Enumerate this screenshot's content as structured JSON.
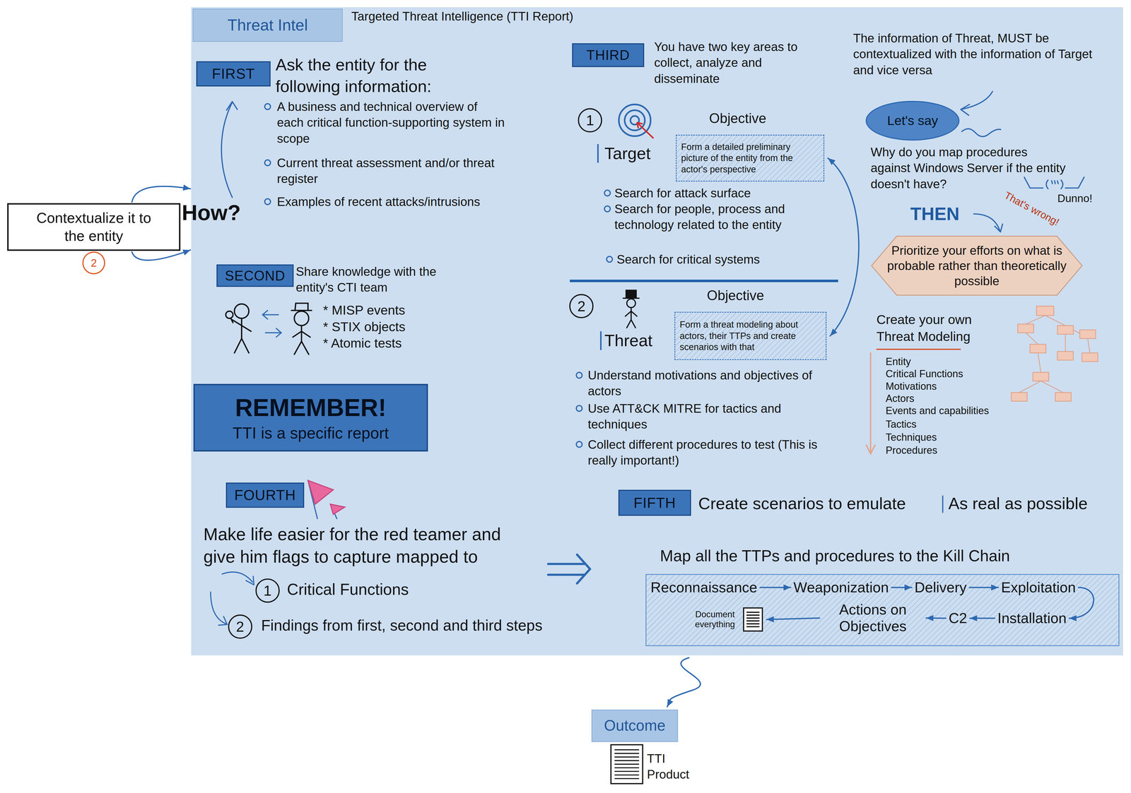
{
  "diagram": {
    "nodes": [
      {
        "text": [
          "Contextualize it to the entity"
        ]
      },
      {
        "text": [
          "Targeted Threat Intelligence (TTI Report)"
        ]
      },
      {
        "text": [
          "Threat Intel"
        ],
        "in": 1
      },
      {
        "text": [
          "FIRST"
        ],
        "in": 1
      },
      {
        "text": [
          "SECOND"
        ],
        "in": 1
      },
      {
        "text": [
          "REMEMBER!",
          "TTI is a specific report"
        ],
        "in": 1
      },
      {
        "text": [
          "THIRD"
        ],
        "in": 1
      },
      {
        "text": [
          "Form a detailed preliminary picture of the entity from the actor's perspective"
        ],
        "in": 1
      },
      {
        "text": [
          "Form a threat modeling about actors, their TTPs and create scenarios with that"
        ],
        "in": 1
      },
      {
        "text": [
          "Let's say"
        ],
        "in": 1
      },
      {
        "text": [
          "Prioritize your efforts on what is probable rather than theoretically possible"
        ],
        "in": 1
      },
      {
        "text": [
          "FOURTH"
        ],
        "in": 1
      },
      {
        "text": [
          "FIFTH"
        ],
        "in": 1
      },
      {
        "text": [
          "Map all the TTPs and procedures to the Kill Chain"
        ],
        "in": 1
      },
      {
        "text": [
          "Reconnaissance"
        ],
        "in": 13
      },
      {
        "text": [
          "Weaponization"
        ],
        "in": 13
      },
      {
        "text": [
          "Delivery"
        ],
        "in": 13
      },
      {
        "text": [
          "Exploitation"
        ],
        "in": 13
      },
      {
        "text": [
          "Installation"
        ],
        "in": 13
      },
      {
        "text": [
          "C2"
        ],
        "in": 13
      },
      {
        "text": [
          "Actions on Objectives"
        ],
        "in": 13
      },
      {
        "text": [
          "Document everything"
        ],
        "in": 13
      },
      {
        "text": [
          "Outcome"
        ]
      }
    ],
    "edges": [
      {
        "from": 0,
        "to": 1,
        "arrow": "to"
      },
      {
        "from": 0,
        "to": 1,
        "arrow": "to"
      },
      {
        "from": 7,
        "to": 8,
        "arrow": "both"
      },
      {
        "from": 14,
        "to": 15,
        "arrow": "to"
      },
      {
        "from": 15,
        "to": 16,
        "arrow": "to"
      },
      {
        "from": 16,
        "to": 17,
        "arrow": "to"
      },
      {
        "from": 17,
        "to": 18,
        "arrow": "to"
      },
      {
        "from": 18,
        "to": 19,
        "arrow": "to"
      },
      {
        "from": 19,
        "to": 20,
        "arrow": "to"
      },
      {
        "from": 20,
        "to": 21,
        "arrow": "to"
      },
      {
        "from": 1,
        "to": 22,
        "arrow": "to"
      }
    ],
    "labels": [
      "How?",
      "2",
      "Ask the entity for the following information:",
      "A business and technical overview of each critical function-supporting system in scope",
      "Current threat assessment and/or threat register",
      "Examples of recent attacks/intrusions",
      "Share knowledge with the entity's CTI team",
      "* MISP events",
      "* STIX objects",
      "* Atomic tests",
      "You have two key areas to collect, analyze and disseminate",
      "1",
      "Target",
      "Objective",
      "Search for attack surface",
      "Search for people, process and technology related to the entity",
      "Search for critical systems",
      "2",
      "Threat",
      "Objective",
      "Understand motivations and objectives of actors",
      "Use ATT&CK MITRE for tactics and techniques",
      "Collect different procedures to test (This is really important!)",
      "The information of Threat, MUST be contextualized with the information of Target and vice versa",
      "Why do you map procedures against Windows Server if the entity doesn't have?",
      "Dunno!",
      "That's wrong!",
      "THEN",
      "Create your own Threat Modeling",
      "Entity",
      "Critical Functions",
      "Motivations",
      "Actors",
      "Events and capabilities",
      "Tactics",
      "Techniques",
      "Procedures",
      "Make life easier for the red teamer and give him flags to capture mapped to",
      "1",
      "Critical Functions",
      "2",
      "Findings from first, second and third steps",
      "Create scenarios to emulate",
      "As real as possible",
      "TTI Product"
    ]
  }
}
